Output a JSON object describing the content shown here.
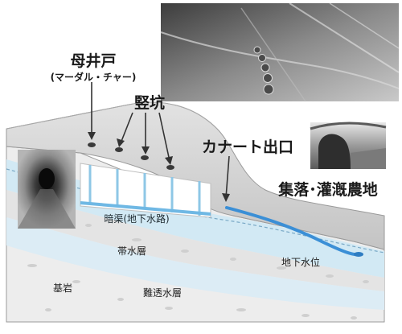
{
  "labels": {
    "mother_well": "母井戸",
    "mother_well_sub": "(マーダル・チャー)",
    "shafts": "竪坑",
    "qanat_exit": "カナート出口",
    "settlement": "集落･灌漑農地",
    "tunnel": "暗渠(地下水路)",
    "aquifer": "帯水層",
    "water_table": "地下水位",
    "bedrock": "基岩",
    "aquitard": "難透水層"
  },
  "colors": {
    "ground_surface": "#d7d7d7",
    "ground_side": "#b3b3b3",
    "aquifer": "#cde6f2",
    "water_stream": "#3b8fd6",
    "tunnel_water": "#6fb8e4",
    "rock": "#efefef"
  }
}
